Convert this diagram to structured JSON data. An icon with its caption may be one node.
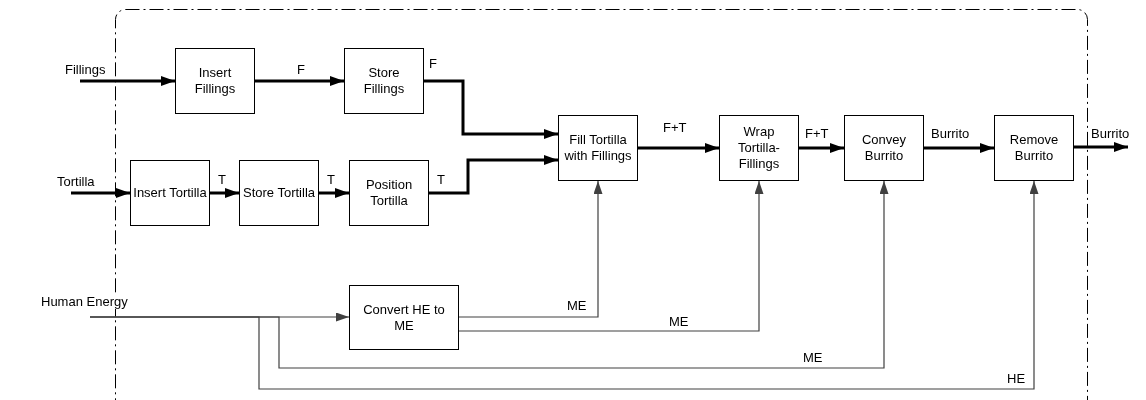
{
  "diagram": {
    "nodes": [
      {
        "text": [],
        "shape": "box"
      },
      {
        "text": [
          "Insert Fillings"
        ],
        "in": 0
      },
      {
        "text": [
          "Store Fillings"
        ],
        "in": 0
      },
      {
        "text": [
          "Insert Tortilla"
        ],
        "in": 0
      },
      {
        "text": [
          "Store Tortilla"
        ],
        "in": 0
      },
      {
        "text": [
          "Position Tortilla"
        ],
        "in": 0
      },
      {
        "text": [
          "Fill Tortilla with Fillings"
        ],
        "in": 0
      },
      {
        "text": [
          "Wrap Tortilla-Fillings"
        ],
        "in": 0
      },
      {
        "text": [
          "Convey Burrito"
        ],
        "in": 0
      },
      {
        "text": [
          "Remove Burrito"
        ],
        "in": 0
      },
      {
        "text": [
          "Convert HE to ME"
        ],
        "in": 0
      }
    ],
    "edges": [
      {
        "from": null,
        "to": 1,
        "arrow": "to",
        "label": "Fillings"
      },
      {
        "from": 1,
        "to": 2,
        "arrow": "to",
        "label": "F"
      },
      {
        "from": 2,
        "to": 6,
        "arrow": "to",
        "label": "F"
      },
      {
        "from": null,
        "to": 3,
        "arrow": "to",
        "label": "Tortilla"
      },
      {
        "from": 3,
        "to": 4,
        "arrow": "to",
        "label": "T"
      },
      {
        "from": 4,
        "to": 5,
        "arrow": "to",
        "label": "T"
      },
      {
        "from": 5,
        "to": 6,
        "arrow": "to",
        "label": "T"
      },
      {
        "from": 6,
        "to": 7,
        "arrow": "to",
        "label": "F+T"
      },
      {
        "from": 7,
        "to": 8,
        "arrow": "to",
        "label": "F+T"
      },
      {
        "from": 8,
        "to": 9,
        "arrow": "to",
        "label": "Burrito"
      },
      {
        "from": 9,
        "to": null,
        "arrow": "to",
        "label": "Burrito"
      },
      {
        "from": null,
        "to": 10,
        "arrow": "to",
        "label": "Human Energy",
        "color": "#404040"
      },
      {
        "from": 10,
        "to": 6,
        "arrow": "to",
        "label": "ME",
        "color": "#404040"
      },
      {
        "from": 10,
        "to": 7,
        "arrow": "to",
        "label": "ME",
        "color": "#404040"
      },
      {
        "from": null,
        "to": 8,
        "arrow": "to",
        "label": "ME",
        "color": "#404040"
      },
      {
        "from": null,
        "to": 9,
        "arrow": "to",
        "label": "HE",
        "color": "#404040"
      }
    ]
  }
}
